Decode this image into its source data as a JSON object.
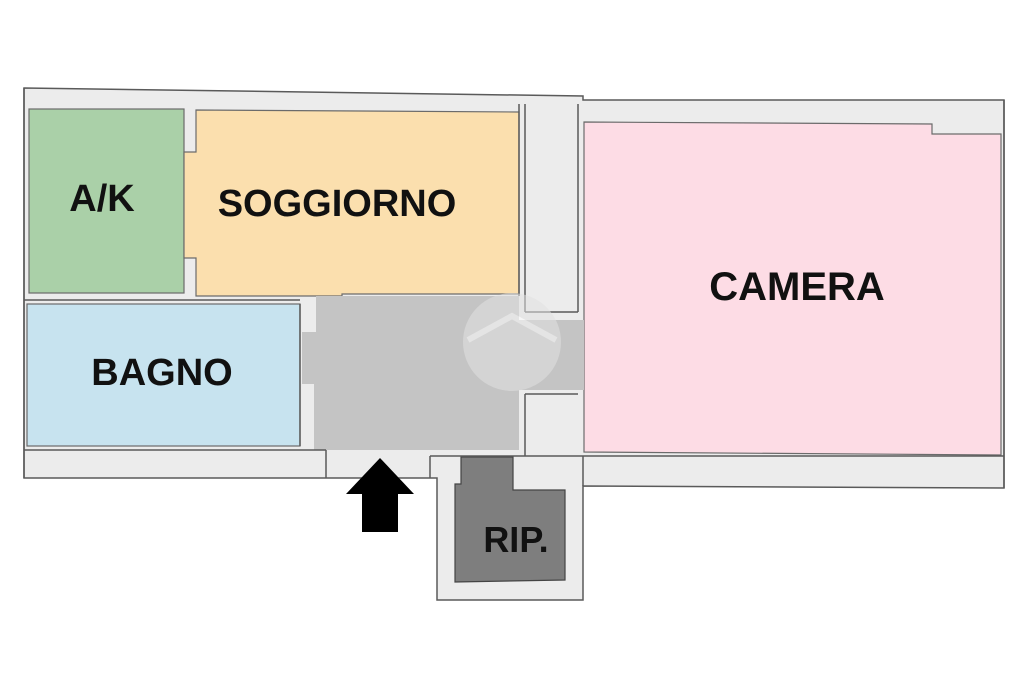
{
  "rooms": {
    "kitchen": {
      "label": "A/K",
      "color": "#aad0a8"
    },
    "living": {
      "label": "SOGGIORNO",
      "color": "#fbdfae"
    },
    "bathroom": {
      "label": "BAGNO",
      "color": "#c7e3ef"
    },
    "bedroom": {
      "label": "CAMERA",
      "color": "#fddce5"
    },
    "storage": {
      "label": "RIP.",
      "color": "#7e7e7e"
    },
    "hallway": {
      "label": "",
      "color": "#c4c4c4"
    }
  },
  "wall_color": "#ececec",
  "outline_color": "#5a5a5a",
  "entrance_arrow": {
    "icon": "arrow-up-icon",
    "color": "#000000"
  },
  "watermark": {
    "icon": "house-logo-icon",
    "color": "#e2e2e2"
  }
}
